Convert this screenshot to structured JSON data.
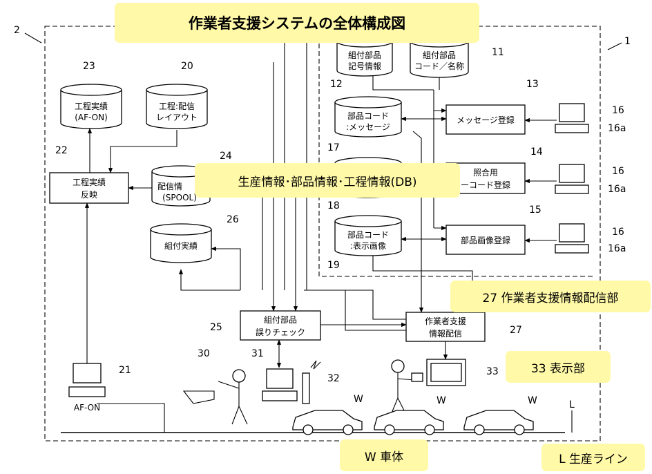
{
  "title": "作業者支援システムの全体構成図",
  "callouts": {
    "db": "生産情報･部品情報･工程情報(DB)",
    "distribution": "27 作業者支援情報配信部",
    "display": "33 表示部",
    "body": "W 車体",
    "line": "L 生産ライン"
  },
  "databases": {
    "kumitsuke_kigou": [
      "組付部品",
      "記号情報"
    ],
    "kumitsuke_code": [
      "組付部品",
      "コード／名称"
    ],
    "buhin_message": [
      "部品コード",
      ":メッセージ"
    ],
    "buhin_gazou": [
      "部品コード",
      ":表示画像"
    ],
    "koutei_jisseki": [
      "工程実績",
      "(AF-ON)"
    ],
    "koutei_layout": [
      "工程:配信",
      "レイアウト"
    ],
    "haishin": [
      "配信情",
      "(SPOOL)"
    ],
    "kumitsuke_jisseki": [
      "組付実績"
    ]
  },
  "boxes": {
    "message_reg": [
      "メッセージ登録"
    ],
    "shougou_reg": [
      "照合用",
      "ーコード登録"
    ],
    "gazou_reg": [
      "部品画像登録"
    ],
    "jisseki_hanei": [
      "工程実績",
      "反映"
    ],
    "ayamari_check": [
      "組付部品",
      "誤りチェック"
    ],
    "sagyousha_haishin": [
      "作業者支援",
      "情報配信"
    ]
  },
  "labels": {
    "af_on": "AF-ON",
    "w1": "W",
    "w2": "W",
    "w3": "W",
    "l": "L"
  },
  "refs": {
    "n1": "1",
    "n2": "2",
    "n11": "11",
    "n12": "12",
    "n13": "13",
    "n14": "14",
    "n15": "15",
    "n16a": "16",
    "n16b": "16",
    "n16c": "16",
    "n16aa": "16a",
    "n16ab": "16a",
    "n16ac": "16a",
    "n17": "17",
    "n18": "18",
    "n19": "19",
    "n20": "20",
    "n21": "21",
    "n22": "22",
    "n23": "23",
    "n24": "24",
    "n25": "25",
    "n26": "26",
    "n27": "27",
    "n30": "30",
    "n31": "31",
    "n32": "32",
    "n33": "33"
  },
  "colors": {
    "callout_fill": "#fff9a8",
    "line": "#000000",
    "background": "#ffffff"
  }
}
